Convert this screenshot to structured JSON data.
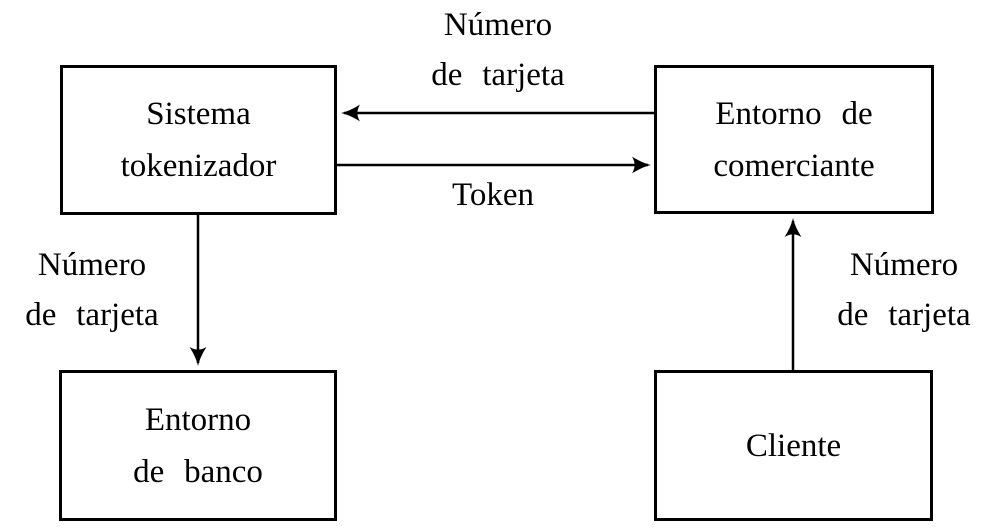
{
  "diagram": {
    "nodes": {
      "tokenizer": {
        "line1": "Sistema",
        "line2": "tokenizador"
      },
      "merchant": {
        "line1": "Entorno de",
        "line2": "comerciante"
      },
      "bank": {
        "line1": "Entorno",
        "line2": "de banco"
      },
      "client": {
        "line1": "Cliente"
      }
    },
    "edge_labels": {
      "merchant_to_tokenizer": {
        "line1": "Número",
        "line2": "de tarjeta"
      },
      "tokenizer_to_merchant": {
        "label": "Token"
      },
      "tokenizer_to_bank": {
        "line1": "Número",
        "line2": "de tarjeta"
      },
      "client_to_merchant": {
        "line1": "Número",
        "line2": "de tarjeta"
      }
    },
    "colors": {
      "line": "#000000",
      "text": "#000000",
      "background": "#ffffff"
    }
  }
}
